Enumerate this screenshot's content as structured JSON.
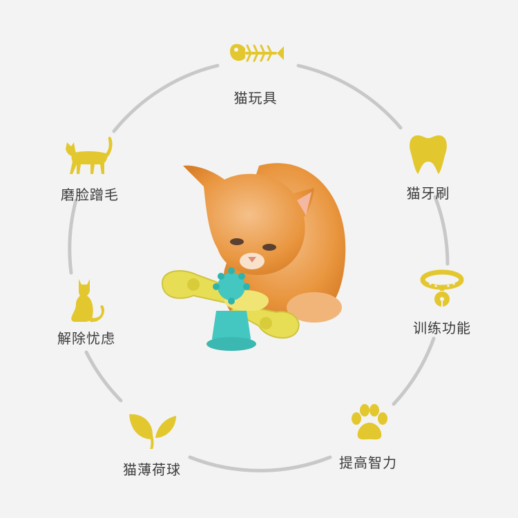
{
  "colors": {
    "background": "#f3f3f3",
    "ring": "#c8c8c8",
    "icon": "#e3c72e",
    "label": "#3a3a3a",
    "cat_fur": "#e9963f",
    "toy_yellow": "#e8de55",
    "toy_teal": "#43c7c0"
  },
  "features": [
    {
      "id": "toy",
      "label": "猫玩具",
      "icon": "fish-bone-icon"
    },
    {
      "id": "teeth",
      "label": "猫牙刷",
      "icon": "tooth-icon"
    },
    {
      "id": "training",
      "label": "训练功能",
      "icon": "cat-collar-icon"
    },
    {
      "id": "intelligence",
      "label": "提高智力",
      "icon": "paw-print-icon"
    },
    {
      "id": "catnip",
      "label": "猫薄荷球",
      "icon": "leaf-icon"
    },
    {
      "id": "anxiety",
      "label": "解除忧虑",
      "icon": "sitting-cat-icon"
    },
    {
      "id": "face-rub",
      "label": "磨脸蹭毛",
      "icon": "walking-cat-icon"
    }
  ]
}
